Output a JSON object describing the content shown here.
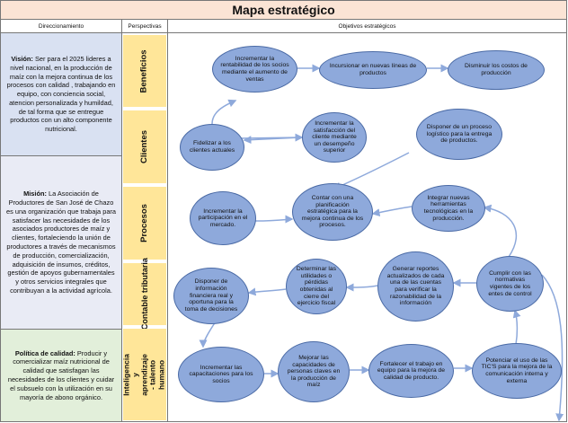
{
  "title": "Mapa estratégico",
  "headers": {
    "direccionamiento": "Direccionamiento",
    "perspectivas": "Perspectivas",
    "objetivos": "Objetivos estratégicos"
  },
  "direccionamiento": {
    "vision_label": "Visión:",
    "vision_text": "Ser para el 2025 lideres a nivel nacional, en la producción de maíz con la mejora continua de los procesos con calidad , trabajando en equipo, con conciencia social, atencion personalizada y humildad, de tal forma que se entregue productos con un alto componente nutricional.",
    "mision_label": "Misión:",
    "mision_text": "La Asociación de Productores de San José de Chazo es una organización que trabaja para satisfacer las necesidades de los asociados productores de maíz y clientes, fortaleciendo la unión de productores a través de mecanismos de producción, comercialización, adquisición de insumos, créditos, gestión de apoyos gubernamentales y otros servicios integrales que contribuyan a la actividad agrícola.",
    "politica_label": "Política de calidad:",
    "politica_text": "Producir y comercializar maíz nutricional de calidad que satisfagan las necesidades de los clientes y cuidar el subsuelo con la utilización en su mayoría de abono orgánico."
  },
  "perspectives": [
    "Beneficios",
    "Clientes",
    "Procesos",
    "Contable tributaria",
    "Inteligencia y aprendizaje - talento humano"
  ],
  "objectives": {
    "incrementar_rentabilidad": "Incrementar la rentabilidad de los socios mediante el aumento de ventas",
    "incursionar": "Incursionar en nuevas líneas de productos",
    "disminuir_costos": "Disminuir los costos de producción",
    "fidelizar": "Fidelizar a los clientes actuales",
    "satisfaccion": "Incrementar la satisfacción del cliente mediante un desempeño superior",
    "proceso_logistico": "Disponer de un proceso logístico para la entrega de productos.",
    "participacion": "Incrementar la participación en el mercado.",
    "planificacion": "Contar con una planificación estratégica para la mejora continua de los procesos.",
    "herramientas": "Integrar nuevas herramientas tecnológicas en la producción.",
    "info_financiera": "Disponer de información financiera real y oportuna para la toma de decisiones",
    "utilidades": "Determinar las utilidades o pérdidas obtenidas al cierre del ejercicio fiscal",
    "reportes": "Generar reportes actualizados de cada una de las cuentas para verificar la razonabilidad de la información",
    "normativas": "Cumplir con las normativas vigentes de los entes de control",
    "capacitaciones": "Incrementar las capacitaciones para los socios",
    "capacidades": "Mejorar las capacidades de personas claves en la producción de maíz",
    "trabajo_equipo": "Fortalecer el trabajo en equipo para la mejora de calidad de producto.",
    "tics": "Potenciar el uso de las TIC'S para la mejora de la comunicación interna y externa"
  },
  "colors": {
    "title_bg": "#fbe4d5",
    "vision_bg": "#d9e1f2",
    "mision_bg": "#e9ebf5",
    "politica_bg": "#e2efda",
    "perspective_bg": "#ffe699",
    "node_fill": "#8ea9db",
    "node_border": "#4a6aa5",
    "arrow": "#8ea9db"
  }
}
